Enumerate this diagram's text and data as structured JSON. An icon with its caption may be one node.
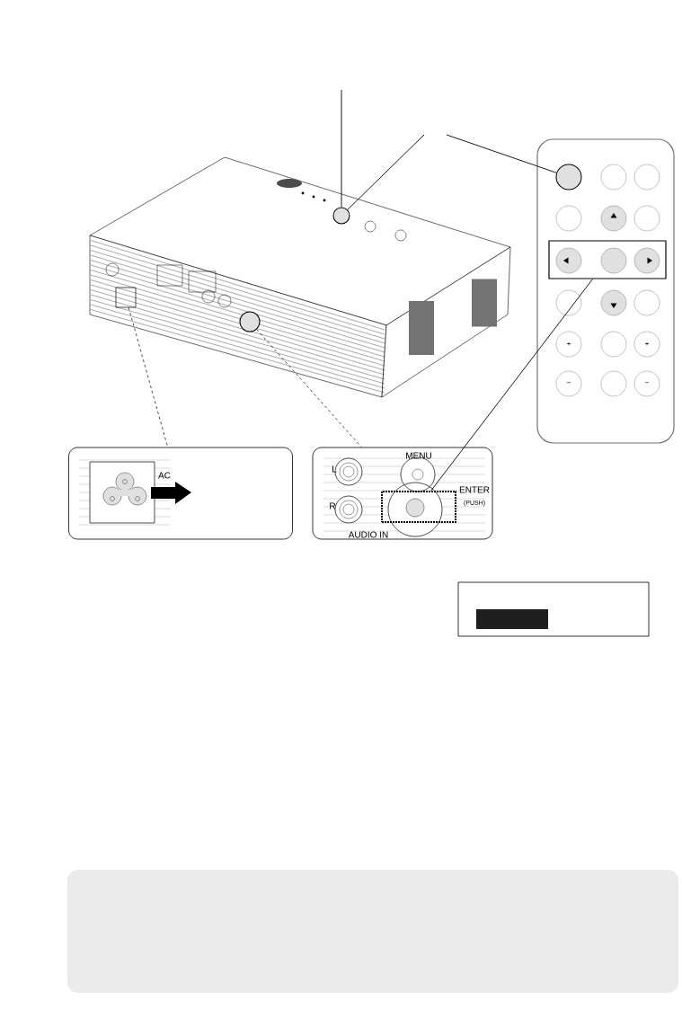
{
  "diagram": {
    "nodes": [
      {
        "text": [],
        "shape": "box"
      },
      {
        "text": [],
        "shape": "circle"
      },
      {
        "text": [],
        "shape": "circle"
      },
      {
        "text": [],
        "shape": "circle"
      },
      {
        "text": [],
        "shape": "box"
      },
      {
        "text": [
          "AC"
        ]
      },
      {
        "text": [
          "L",
          "R",
          "MENU",
          "ENTER",
          "(PUSH)",
          "AUDIO IN"
        ]
      },
      {
        "text": [],
        "shape": "box",
        "in": 6
      }
    ],
    "edges": [
      {
        "from": 0,
        "to": 5,
        "arrow": "none",
        "style": "dashed"
      },
      {
        "from": 1,
        "to": 6,
        "arrow": "none",
        "style": "dashed"
      },
      {
        "from": 2,
        "to": null,
        "arrow": "none"
      },
      {
        "from": null,
        "to": 2,
        "arrow": "none"
      },
      {
        "from": null,
        "to": 3,
        "arrow": "none"
      },
      {
        "from": 4,
        "to": 7,
        "arrow": "none"
      }
    ],
    "labels": [
      "+",
      "+",
      "−",
      "−"
    ]
  }
}
